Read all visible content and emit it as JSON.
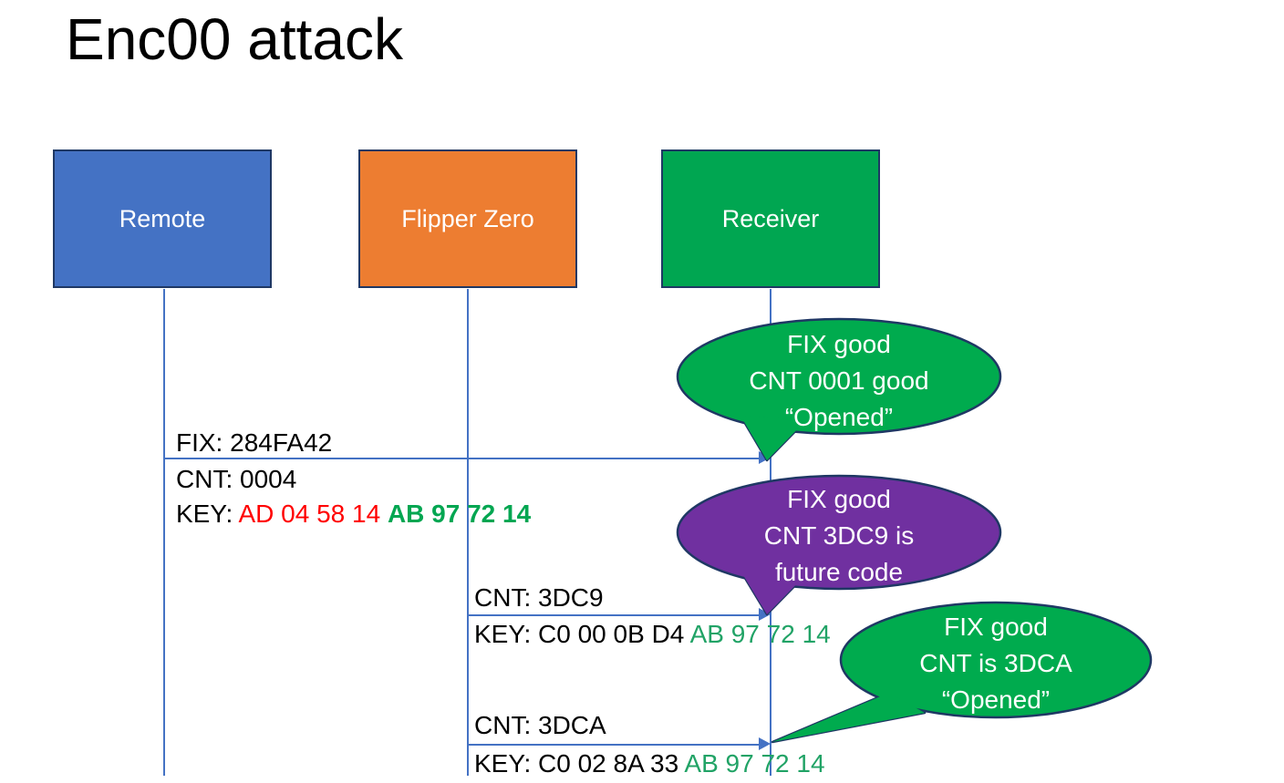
{
  "title": "Enc00 attack",
  "actors": [
    {
      "label": "Remote",
      "color": "#4472C4"
    },
    {
      "label": "Flipper Zero",
      "color": "#ED7D31"
    },
    {
      "label": "Receiver",
      "color": "#00A651"
    }
  ],
  "messages": [
    {
      "from": "Remote",
      "to": "Receiver",
      "line_above": "FIX: 284FA42",
      "cnt_line": "CNT: 0004",
      "key_label": "KEY: ",
      "key_red": "AD 04 58 14 ",
      "key_green": "AB 97 72 14"
    },
    {
      "from": "Flipper Zero",
      "to": "Receiver",
      "line_above": "CNT: 3DC9",
      "key_black": "KEY: C0 00 0B D4 ",
      "key_green": "AB 97 72 14"
    },
    {
      "from": "Flipper Zero",
      "to": "Receiver",
      "line_above": "CNT: 3DCA",
      "key_black": "KEY: C0 02 8A 33 ",
      "key_green": "AB 97 72 14"
    }
  ],
  "callouts": [
    {
      "lines": [
        "FIX good",
        "CNT 0001 good",
        "“Opened”"
      ],
      "color": "#00AB4E",
      "border": "#1F3864"
    },
    {
      "lines": [
        "FIX good",
        "CNT 3DC9 is",
        "future code"
      ],
      "color": "#7030A0",
      "border": "#1F3864"
    },
    {
      "lines": [
        "FIX good",
        "CNT is 3DCA",
        "“Opened”"
      ],
      "color": "#00AB4E",
      "border": "#1F3864"
    }
  ],
  "colors": {
    "arrow_blue": "#4472C4",
    "box_border_navy": "#1F3864",
    "key_red": "#FF0000",
    "key_green": "#00A651",
    "title_black": "#000000"
  }
}
